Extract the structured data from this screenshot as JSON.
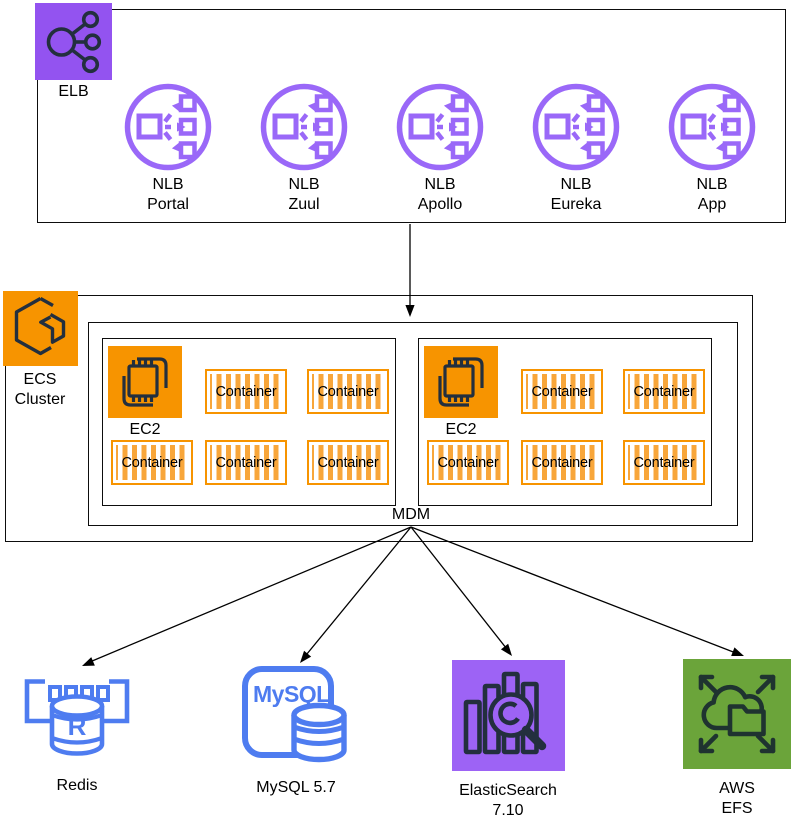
{
  "colors": {
    "elb-purple": "#9353f0",
    "nlb-purple": "#9a68f8",
    "aws-dark": "#232f3e",
    "orange": "#f79400",
    "stripe": "#f8a63a",
    "es-purple": "#9d63f5",
    "efs-green": "#6ba43a",
    "db-blue": "#4e7cf0",
    "ink": "#000000"
  },
  "elb": {
    "label": "ELB"
  },
  "nlb": [
    {
      "line1": "NLB",
      "line2": "Portal"
    },
    {
      "line1": "NLB",
      "line2": "Zuul"
    },
    {
      "line1": "NLB",
      "line2": "Apollo"
    },
    {
      "line1": "NLB",
      "line2": "Eureka"
    },
    {
      "line1": "NLB",
      "line2": "App"
    }
  ],
  "ecs": {
    "line1": "ECS",
    "line2": "Cluster"
  },
  "mdm": {
    "label": "MDM"
  },
  "groups": [
    {
      "ec2_label": "EC2",
      "container_label": "Container"
    },
    {
      "ec2_label": "EC2",
      "container_label": "Container"
    }
  ],
  "datastores": {
    "redis": {
      "label": "Redis",
      "badge_letter": "R"
    },
    "mysql": {
      "label": "MySQL 5.7",
      "logo_text": "MySQL"
    },
    "elasticsearch": {
      "line1": "ElasticSearch",
      "line2": "7.10"
    },
    "efs": {
      "line1": "AWS",
      "line2": "EFS"
    }
  }
}
